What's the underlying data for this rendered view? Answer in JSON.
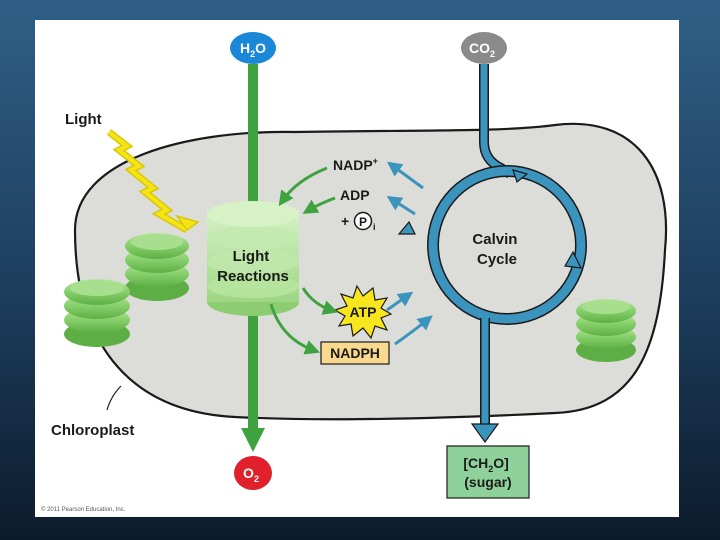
{
  "diagram": {
    "inputs": {
      "water": [
        "H",
        "2",
        "O"
      ],
      "carbon_dioxide": [
        "CO",
        "2"
      ]
    },
    "outputs": {
      "oxygen": [
        "O",
        "2"
      ],
      "sugar_line1": [
        "[CH",
        "2",
        "O]"
      ],
      "sugar_line2": "(sugar)"
    },
    "light_label": "Light",
    "light_reactions": [
      "Light",
      "Reactions"
    ],
    "calvin_cycle": [
      "Calvin",
      "Cycle"
    ],
    "nadp_plus": [
      "NADP",
      "+"
    ],
    "adp": "ADP",
    "pi": [
      "+",
      "P",
      "i"
    ],
    "atp": "ATP",
    "nadph": "NADPH",
    "chloroplast_label": "Chloroplast",
    "copyright": "© 2011 Pearson Education, Inc.",
    "colors": {
      "water": "#1a87d8",
      "carbon_dioxide": "#8a8a8a",
      "oxygen": "#e0202a",
      "green_arrow": "#3ea33e",
      "blue_arrow": "#3a94bd",
      "stroma": "#dcdcd8",
      "thylakoid": "#86cf6a",
      "atp_burst": "#f7e51e",
      "nadph_box": "#f8d98e",
      "sugar_box": "#8fd19a",
      "light_zigzag": "#f5e518"
    }
  }
}
